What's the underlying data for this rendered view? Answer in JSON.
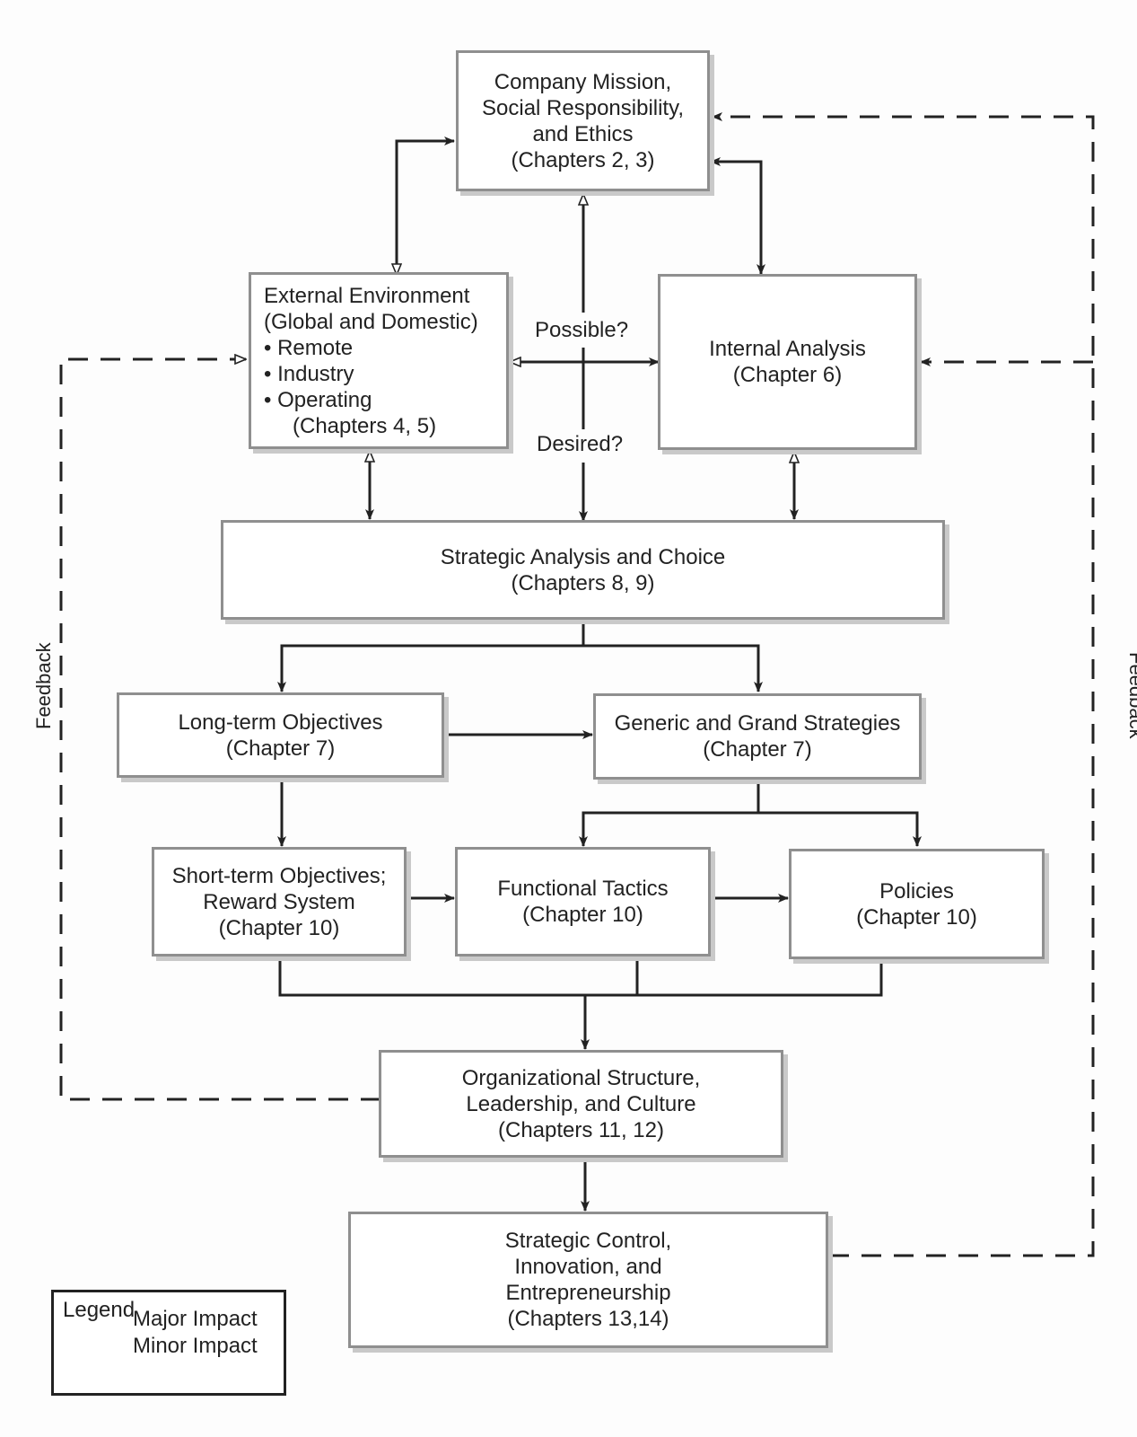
{
  "boxes": {
    "mission": [
      "Company Mission,",
      "Social Responsibility,",
      "and Ethics",
      "(Chapters 2, 3)"
    ],
    "external": {
      "lines": [
        "External Environment",
        "(Global and Domestic)"
      ],
      "bullets": [
        "Remote",
        "Industry",
        "Operating"
      ],
      "chapters": "(Chapters 4, 5)"
    },
    "internal": [
      "Internal Analysis",
      "(Chapter 6)"
    ],
    "strategic_analysis": [
      "Strategic Analysis and Choice",
      "(Chapters 8, 9)"
    ],
    "long_term": [
      "Long-term Objectives",
      "(Chapter 7)"
    ],
    "generic": [
      "Generic and Grand Strategies",
      "(Chapter 7)"
    ],
    "short_term": [
      "Short-term Objectives;",
      "Reward System",
      "(Chapter 10)"
    ],
    "functional": [
      "Functional Tactics",
      "(Chapter 10)"
    ],
    "policies": [
      "Policies",
      "(Chapter 10)"
    ],
    "org": [
      "Organizational Structure,",
      "Leadership, and Culture",
      "(Chapters 11, 12)"
    ],
    "control": [
      "Strategic Control,",
      "Innovation, and",
      "Entrepreneurship",
      "(Chapters 13,14)"
    ]
  },
  "labels": {
    "possible": "Possible?",
    "desired": "Desired?",
    "feedback_left": "Feedback",
    "feedback_right": "Feedback"
  },
  "legend": {
    "title": "Legend",
    "major": "Major Impact",
    "minor": "Minor Impact"
  }
}
